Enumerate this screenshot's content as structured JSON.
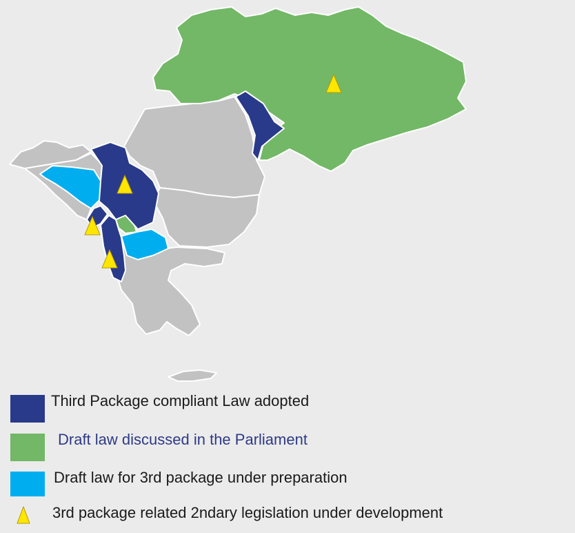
{
  "colors": {
    "background": "#ebebeb",
    "adopted": "#293a8a",
    "parliament": "#72b866",
    "preparation": "#00aeef",
    "other": "#c2c2c2",
    "border": "#ffffff",
    "marker": "#ffe600",
    "text_dark": "#1a1a1a",
    "text_blue": "#2e3a86"
  },
  "map": {
    "regions": [
      {
        "name": "ukraine",
        "status": "parliament"
      },
      {
        "name": "moldova",
        "status": "adopted"
      },
      {
        "name": "serbia",
        "status": "adopted"
      },
      {
        "name": "montenegro",
        "status": "adopted"
      },
      {
        "name": "albania",
        "status": "adopted"
      },
      {
        "name": "bosnia-and-herzegovina",
        "status": "preparation"
      },
      {
        "name": "fyr-macedonia",
        "status": "preparation"
      },
      {
        "name": "kosovo",
        "status": "parliament"
      },
      {
        "name": "romania",
        "status": "other"
      },
      {
        "name": "bulgaria",
        "status": "other"
      },
      {
        "name": "croatia",
        "status": "other"
      },
      {
        "name": "slovenia",
        "status": "other"
      },
      {
        "name": "greece",
        "status": "other"
      },
      {
        "name": "crete",
        "status": "other"
      }
    ],
    "markers": [
      {
        "region": "ukraine",
        "icon": "warning-triangle-icon"
      },
      {
        "region": "serbia",
        "icon": "warning-triangle-icon"
      },
      {
        "region": "montenegro",
        "icon": "warning-triangle-icon"
      },
      {
        "region": "albania",
        "icon": "warning-triangle-icon"
      }
    ]
  },
  "legend": {
    "items": [
      {
        "label": "Third Package compliant  Law adopted",
        "color": "#293a8a",
        "text_color": "#1a1a1a"
      },
      {
        "label": "Draft law discussed in the Parliament",
        "color": "#72b866",
        "text_color": "#2e3a86"
      },
      {
        "label": "Draft law for 3rd package under preparation",
        "color": "#00aeef",
        "text_color": "#1a1a1a"
      },
      {
        "label": "3rd package related 2ndary legislation under development",
        "icon": "warning-triangle-icon",
        "text_color": "#1a1a1a"
      }
    ]
  }
}
